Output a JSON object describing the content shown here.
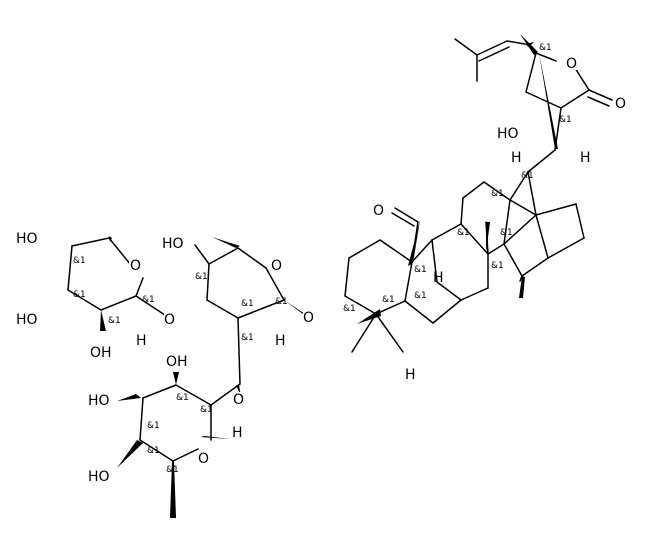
{
  "molecule": {
    "atom_labels": {
      "O": "O",
      "OH": "OH",
      "HO": "HO",
      "H": "H"
    },
    "stereo_label": "&1",
    "colors": {
      "line": "#000000",
      "background": "#ffffff"
    }
  }
}
